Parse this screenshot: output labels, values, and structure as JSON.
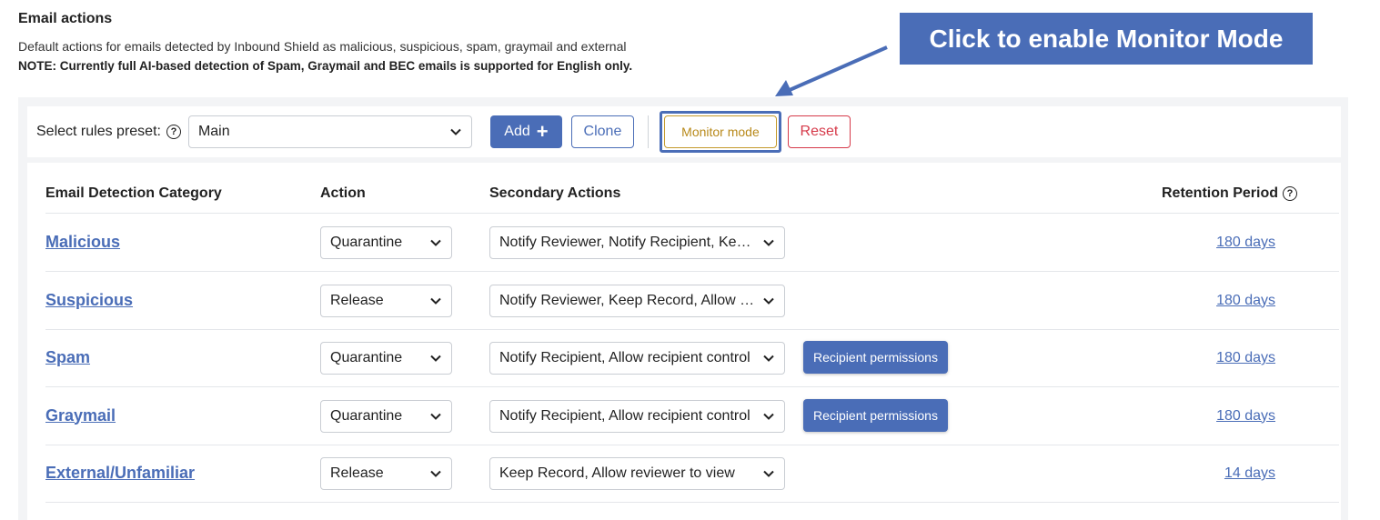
{
  "header": {
    "title": "Email actions",
    "description": "Default actions for emails detected by Inbound Shield as malicious, suspicious, spam, graymail and external",
    "note": "NOTE: Currently full AI-based detection of Spam, Graymail and BEC emails is supported for English only."
  },
  "callout": {
    "text": "Click to enable Monitor Mode"
  },
  "toolbar": {
    "preset_label": "Select rules preset:",
    "preset_value": "Main",
    "add_label": "Add",
    "clone_label": "Clone",
    "monitor_label": "Monitor mode",
    "reset_label": "Reset"
  },
  "table": {
    "headers": {
      "category": "Email Detection Category",
      "action": "Action",
      "secondary": "Secondary Actions",
      "retention": "Retention Period"
    },
    "rows": [
      {
        "category": "Malicious",
        "action": "Quarantine",
        "secondary": "Notify Reviewer, Notify Recipient, Keep Record",
        "permissions": "",
        "retention": "180 days"
      },
      {
        "category": "Suspicious",
        "action": "Release",
        "secondary": "Notify Reviewer, Keep Record, Allow reviewer to view",
        "permissions": "",
        "retention": "180 days"
      },
      {
        "category": "Spam",
        "action": "Quarantine",
        "secondary": "Notify Recipient, Allow recipient control",
        "permissions": "Recipient permissions",
        "retention": "180 days"
      },
      {
        "category": "Graymail",
        "action": "Quarantine",
        "secondary": "Notify Recipient, Allow recipient control",
        "permissions": "Recipient permissions",
        "retention": "180 days"
      },
      {
        "category": "External/Unfamiliar",
        "action": "Release",
        "secondary": "Keep Record, Allow reviewer to view",
        "permissions": "",
        "retention": "14 days"
      }
    ]
  },
  "colors": {
    "accent": "#4a6db7",
    "monitor": "#c49a2c",
    "reset": "#d63a4a"
  }
}
